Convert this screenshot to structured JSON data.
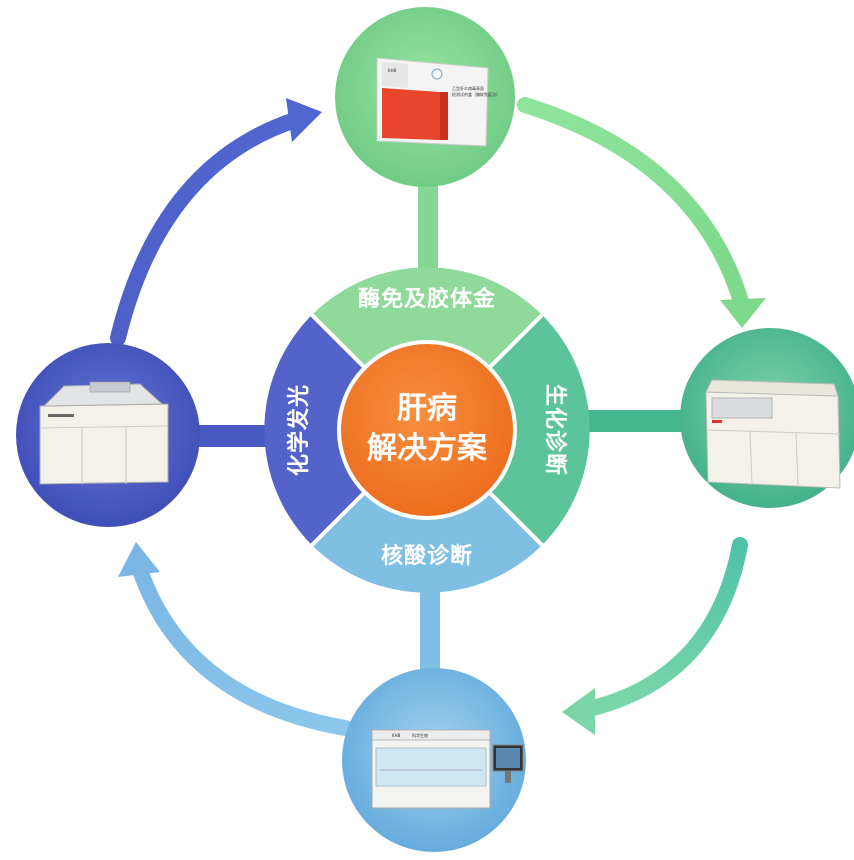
{
  "center": {
    "line1": "肝病",
    "line2": "解决方案"
  },
  "segments": {
    "top": "酶免及胶体金",
    "right": "生化诊断",
    "bottom": "核酸诊断",
    "left": "化学发光"
  },
  "nodes": {
    "top": "reagent-kit-box",
    "right": "biochemistry-analyzer",
    "bottom": "nucleic-acid-workstation",
    "left": "chemiluminescence-analyzer"
  },
  "kit_box": {
    "brand": "KHB",
    "title_line1": "乙型肝炎病毒表面",
    "title_line2": "检测试剂盒（酶联免疫法）"
  },
  "workstation": {
    "brand": "KHB",
    "label": "科华生物"
  },
  "colors": {
    "top": "#8fd99a",
    "right": "#5cc49a",
    "bottom": "#7fbfe4",
    "left": "#5363c9",
    "center": "#f07a2a"
  }
}
